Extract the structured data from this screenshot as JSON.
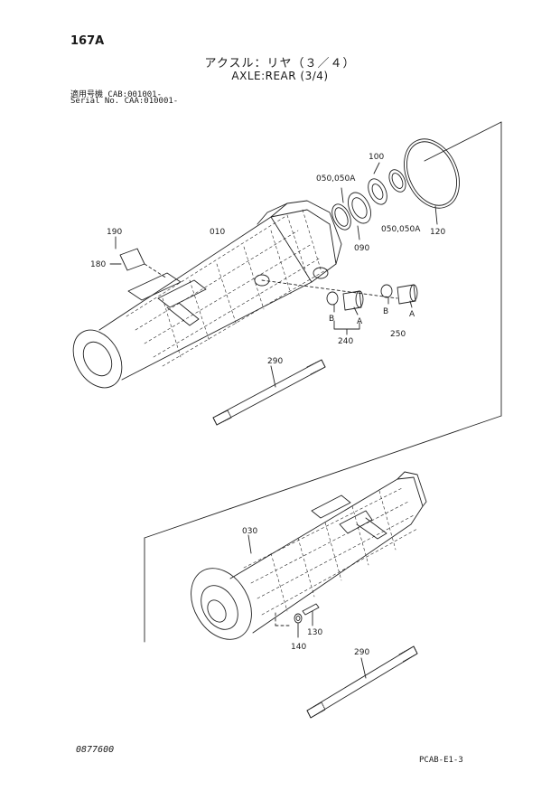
{
  "header": {
    "page_number": "167A",
    "title_jp": "アクスル：リヤ（３／４）",
    "title_en": "AXLE:REAR (3/4)",
    "serial_line_1": "適用号機  CAB:001001-",
    "serial_line_2": "Serial No. CAA:010001-"
  },
  "footer": {
    "document_number": "0877600",
    "catalog_code": "PCAB-E1-3"
  },
  "callouts": {
    "p010": "010",
    "p030": "030",
    "p050": "050,050A",
    "p050b": "050,050A",
    "p090": "090",
    "p100": "100",
    "p120": "120",
    "p130": "130",
    "p140": "140",
    "p180": "180",
    "p190": "190",
    "p240": "240",
    "p250": "250",
    "p290a": "290",
    "p290b": "290",
    "a1": "A",
    "b1": "B",
    "a2": "A",
    "b2": "B"
  }
}
